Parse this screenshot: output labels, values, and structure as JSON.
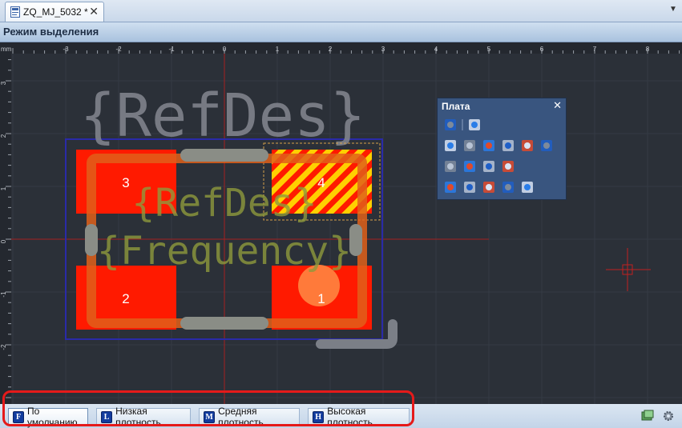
{
  "window": {
    "tab_title": "ZQ_MJ_5032 *",
    "tab_close": "✕",
    "dropdown": "▼"
  },
  "mode_label": "Режим выделения",
  "ruler": {
    "unit": "mm",
    "x_ticks": [
      "-3",
      "-2",
      "-1",
      "0",
      "1",
      "2",
      "3",
      "4",
      "5",
      "6",
      "7",
      "8"
    ],
    "y_ticks": [
      "3",
      "2",
      "1",
      "0",
      "-1",
      "-2"
    ]
  },
  "pcb": {
    "pads": [
      {
        "number": "3",
        "selected": false
      },
      {
        "number": "4",
        "selected": true
      },
      {
        "number": "2",
        "selected": false
      },
      {
        "number": "1",
        "selected": false
      }
    ],
    "refdes_large": "{RefDes}",
    "refdes_small": "{RefDes}",
    "frequency": "{Frequency}"
  },
  "panel": {
    "title": "Плата",
    "close": "✕",
    "icons": [
      "refresh-icon",
      "board-icon",
      "ring-icon",
      "target-icon",
      "zoom-icon",
      "chip-icon",
      "image-icon",
      "net-icon",
      "wire-icon",
      "clip-icon",
      "route-icon",
      "grid-icon",
      "select-box-icon",
      "pin-icon",
      "layer-icon",
      "text-a-icon",
      "document-icon"
    ]
  },
  "density_buttons": [
    {
      "badge": "F",
      "label": "По умолчанию",
      "active": true
    },
    {
      "badge": "L",
      "label": "Низкая плотность",
      "active": false
    },
    {
      "badge": "M",
      "label": "Средняя плотность",
      "active": false
    },
    {
      "badge": "H",
      "label": "Высокая плотность",
      "active": false
    }
  ],
  "colors": {
    "canvas": "#2b3038",
    "pad": "#ff1a00",
    "silkscreen": "#8c8f84",
    "outline": "#e06a1a",
    "courtyard": "#2a2aa8",
    "origin_axis": "#b02020",
    "highlight": "#e51a1a",
    "panel": "#39557f"
  }
}
